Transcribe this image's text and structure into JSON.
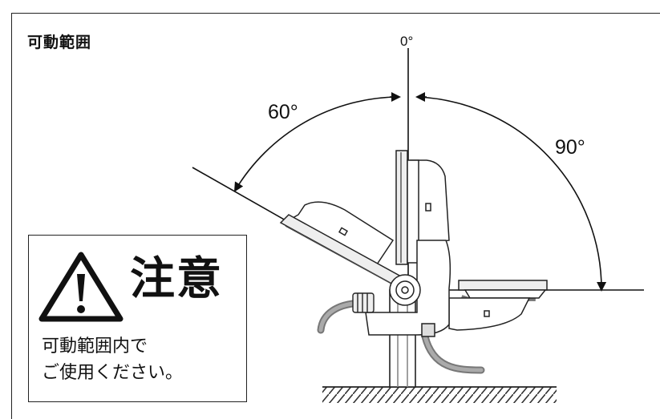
{
  "title": "可動範囲",
  "angles": {
    "zero": "0°",
    "sixty": "60°",
    "ninety": "90°"
  },
  "caution": {
    "heading": "注意",
    "lines": [
      "可動範囲内で",
      "ご使用ください。"
    ]
  }
}
